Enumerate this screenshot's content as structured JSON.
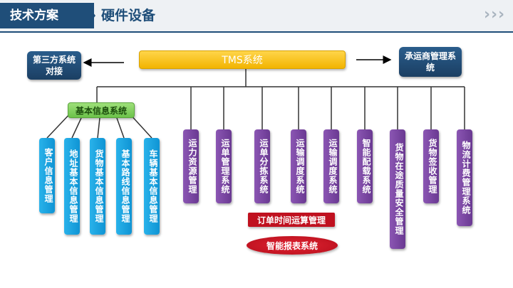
{
  "header": {
    "section": "技术方案",
    "title": "硬件设备"
  },
  "diagram": {
    "root": "TMS系统",
    "left_node": "第三方系统对接",
    "right_node": "承运商管理系统",
    "basic_group": "基本信息系统",
    "basic_items": [
      "客户信息管理",
      "地址基本信息管理",
      "货物基本信息管理",
      "基本路线信息管理",
      "车辆基本信息管理"
    ],
    "system_items": [
      "运力资源管理",
      "运单管理系统",
      "运单分拣系统",
      "运输调度系统",
      "运输调度系统",
      "智能配载系统",
      "货物在途质量安全管理",
      "货物签收管理",
      "物流计费管理系统"
    ],
    "extra_bar": "订单时间运算管理",
    "extra_oval": "智能报表系统"
  },
  "colors": {
    "header": "#1f4e79",
    "root": "#f2b400",
    "basic_group": "#6cc24a",
    "basic_items": "#0f94d4",
    "system_items": "#6a3992",
    "extra": "#c0111f"
  }
}
